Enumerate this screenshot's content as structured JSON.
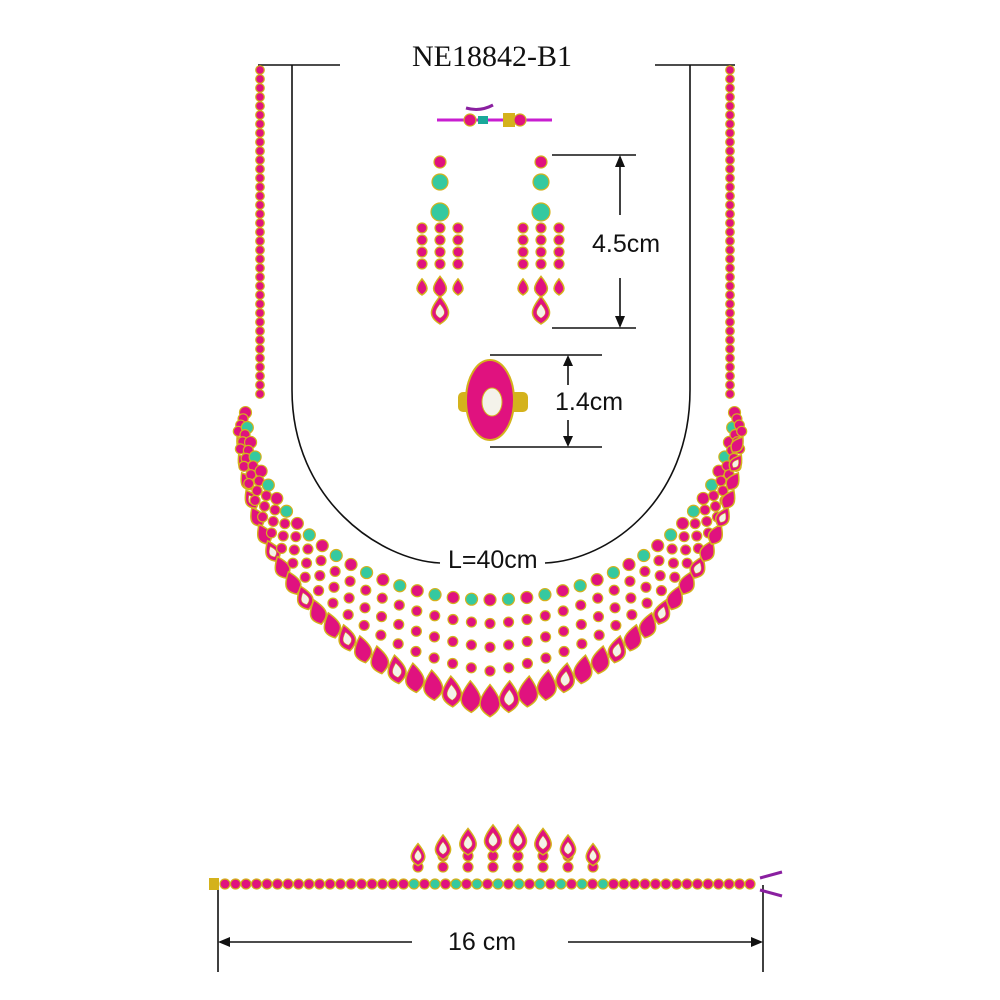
{
  "title": "NE18842-B1",
  "dimensions": {
    "earring_length": "4.5cm",
    "ring_height": "1.4cm",
    "necklace_length": "L=40cm",
    "bracelet_length": "16 cm"
  },
  "colors": {
    "ruby": "#e0127f",
    "emerald": "#35c9a0",
    "gold": "#d4b21c",
    "clasp_wire": "#c81ed0",
    "line": "#111111"
  }
}
